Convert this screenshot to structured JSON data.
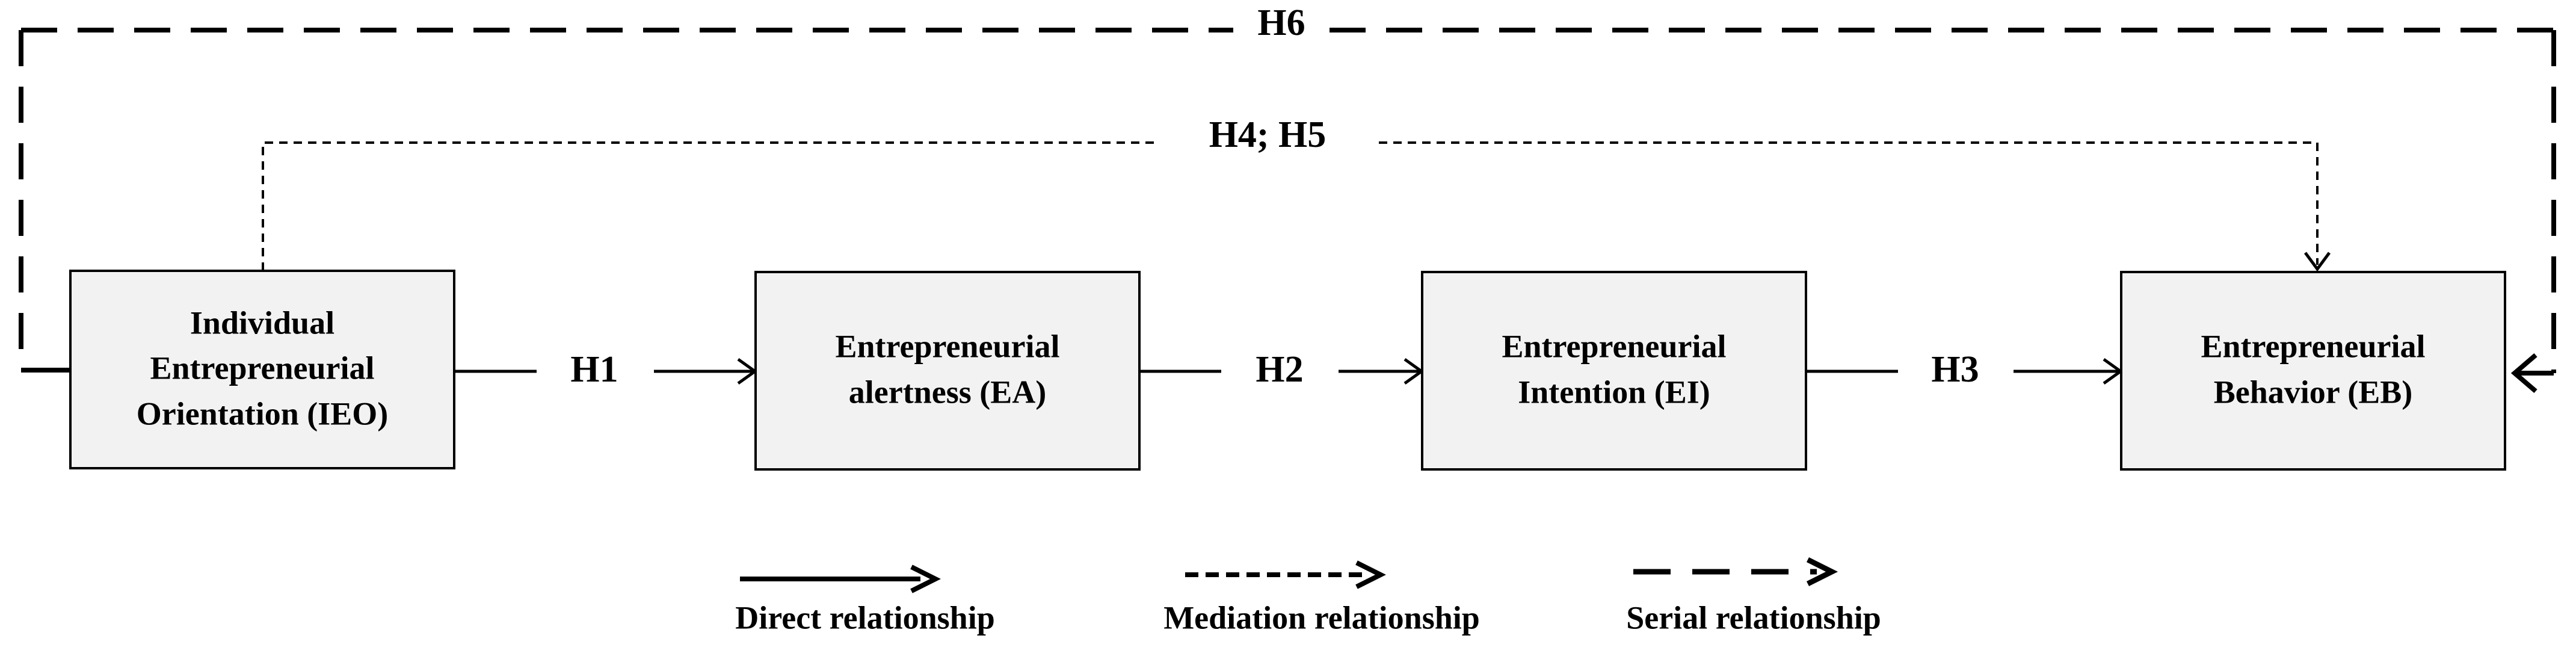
{
  "nodes": [
    {
      "id": "ieo",
      "lines": [
        "Individual",
        "Entrepreneurial",
        "Orientation (IEO)"
      ]
    },
    {
      "id": "ea",
      "lines": [
        "Entrepreneurial",
        "alertness (EA)"
      ]
    },
    {
      "id": "ei",
      "lines": [
        "Entrepreneurial",
        "Intention (EI)"
      ]
    },
    {
      "id": "eb",
      "lines": [
        "Entrepreneurial",
        "Behavior (EB)"
      ]
    }
  ],
  "hypotheses": {
    "h1": "H1",
    "h2": "H2",
    "h3": "H3",
    "h4_h5": "H4; H5",
    "h6": "H6"
  },
  "legend": {
    "direct": "Direct relationship",
    "mediation": "Mediation relationship",
    "serial": "Serial relationship"
  },
  "colors": {
    "box_fill": "#f2f2f2",
    "line": "#000000"
  }
}
